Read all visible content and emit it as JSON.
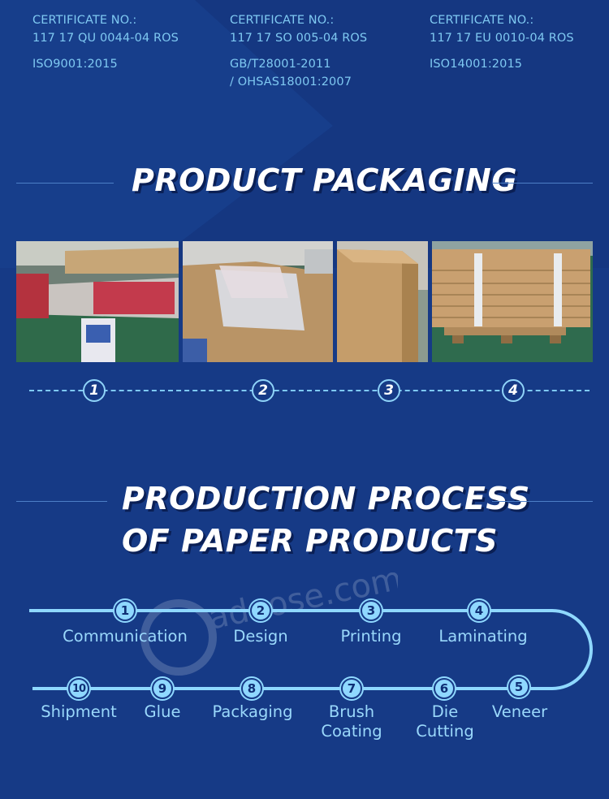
{
  "certificates": [
    {
      "label": "CERTIFICATE NO.:",
      "number": "117 17 QU 0044-04 ROS",
      "standard": "ISO9001:2015"
    },
    {
      "label": "CERTIFICATE NO.:",
      "number": "117 17 SO 005-04 ROS",
      "standard": "GB/T28001-2011",
      "standard2": "/ OHSAS18001:2007"
    },
    {
      "label": "CERTIFICATE NO.:",
      "number": "117 17 EU 0010-04 ROS",
      "standard": "ISO14001:2015"
    }
  ],
  "packaging": {
    "title": "PRODUCT PACKAGING",
    "steps": [
      "1",
      "2",
      "3",
      "4"
    ]
  },
  "process": {
    "title_line1": "PRODUCTION PROCESS",
    "title_line2": "OF PAPER PRODUCTS",
    "steps": [
      {
        "num": "1",
        "label": "Communication"
      },
      {
        "num": "2",
        "label": "Design"
      },
      {
        "num": "3",
        "label": "Printing"
      },
      {
        "num": "4",
        "label": "Laminating"
      },
      {
        "num": "5",
        "label": "Veneer"
      },
      {
        "num": "6",
        "label": "Die",
        "label2": "Cutting"
      },
      {
        "num": "7",
        "label": "Brush",
        "label2": "Coating"
      },
      {
        "num": "8",
        "label": "Packaging"
      },
      {
        "num": "9",
        "label": "Glue"
      },
      {
        "num": "10",
        "label": "Shipment"
      }
    ]
  },
  "colors": {
    "background": "#163a86",
    "accent": "#8fd8ff",
    "text": "#7fc9f2"
  }
}
